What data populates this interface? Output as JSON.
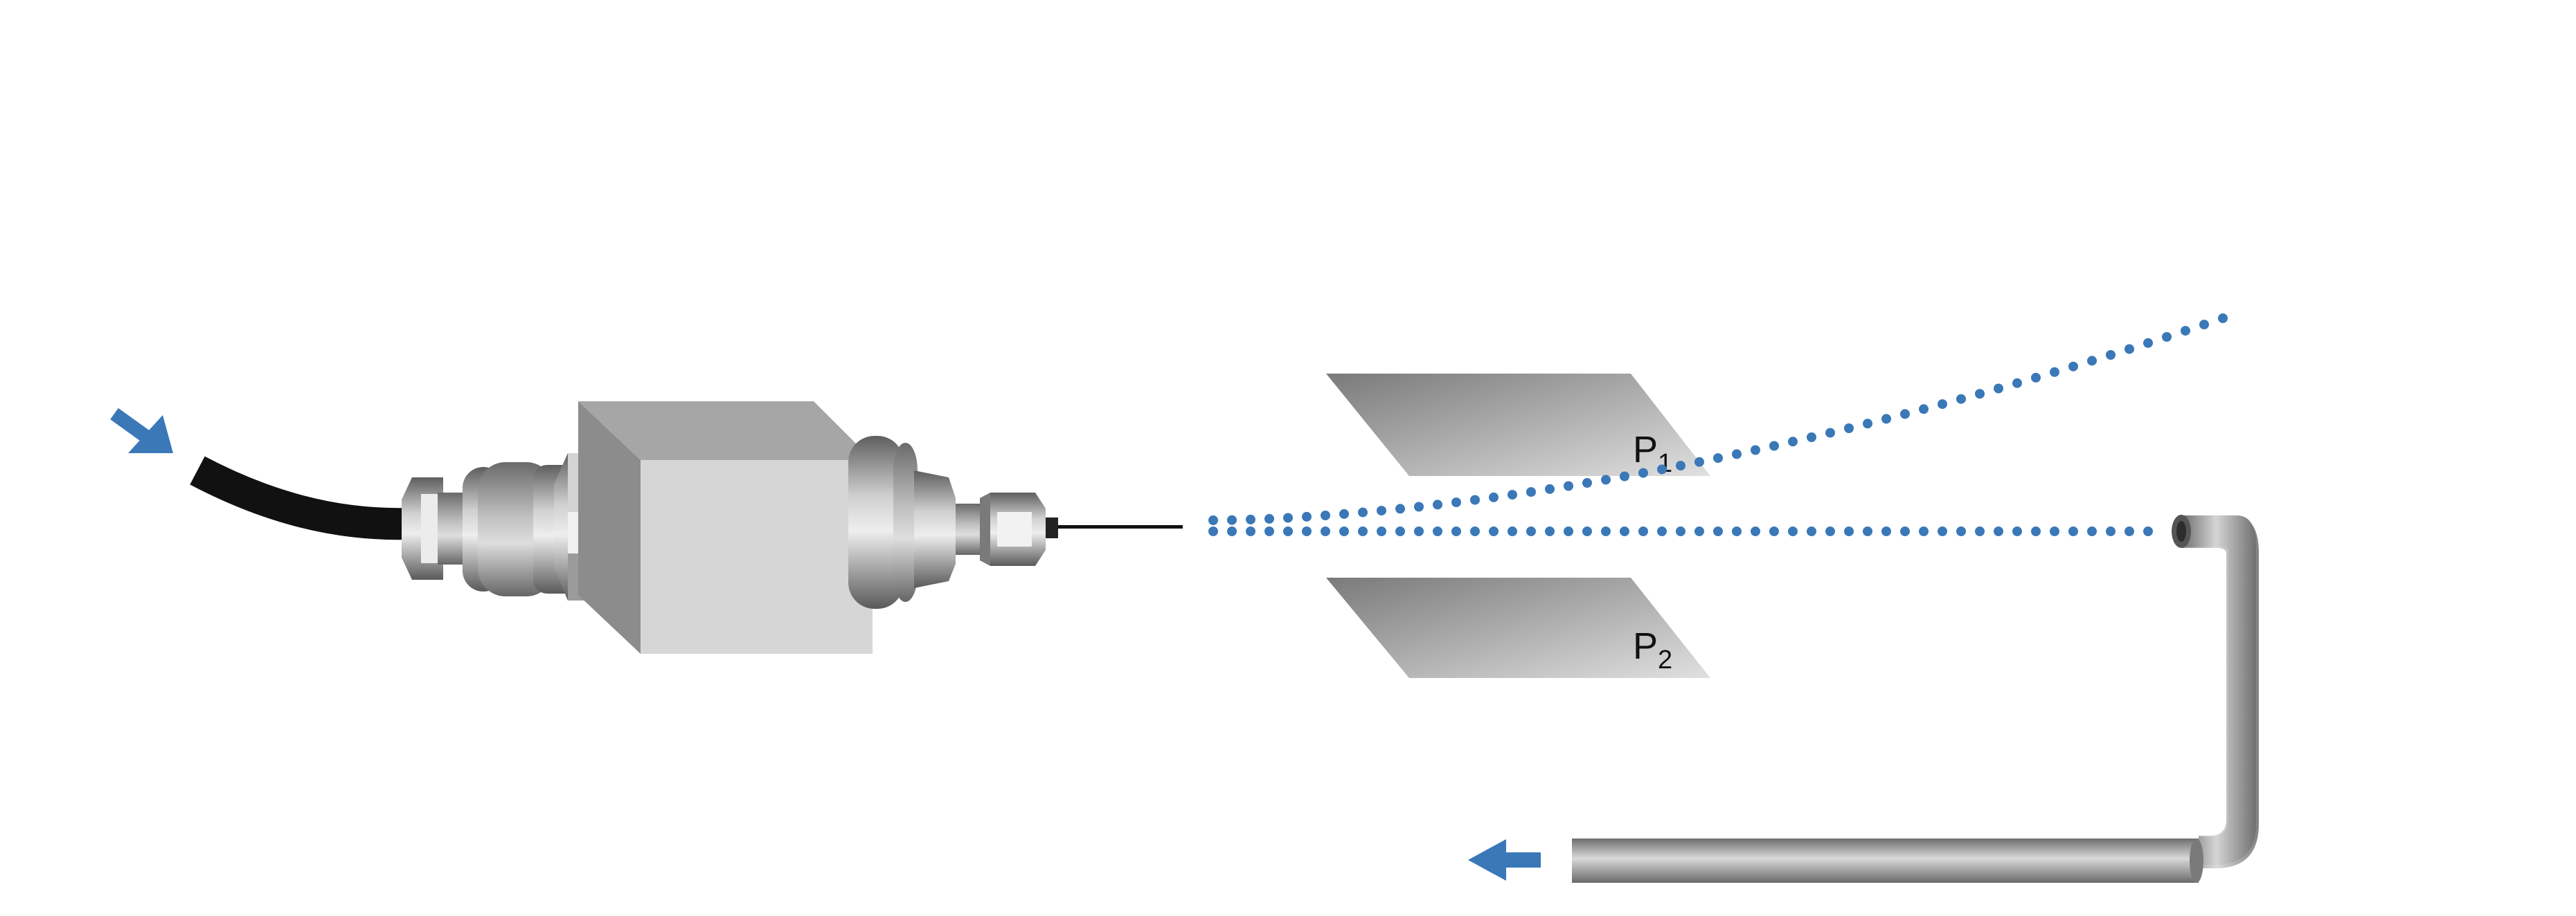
{
  "diagram": {
    "plates": [
      {
        "label": "P",
        "subscript": "1"
      },
      {
        "label": "P",
        "subscript": "2"
      }
    ],
    "colors": {
      "stream_dots": "#3a78b8",
      "arrow": "#3a78b8",
      "tube": "#111111",
      "plate_dark": "#7e7e7e",
      "plate_light": "#d9d9d9",
      "block_front": "#d6d6d6",
      "block_side": "#8c8c8c",
      "block_top": "#a6a6a6"
    },
    "icons": [
      "inlet-arrow-icon",
      "outlet-arrow-icon"
    ]
  }
}
